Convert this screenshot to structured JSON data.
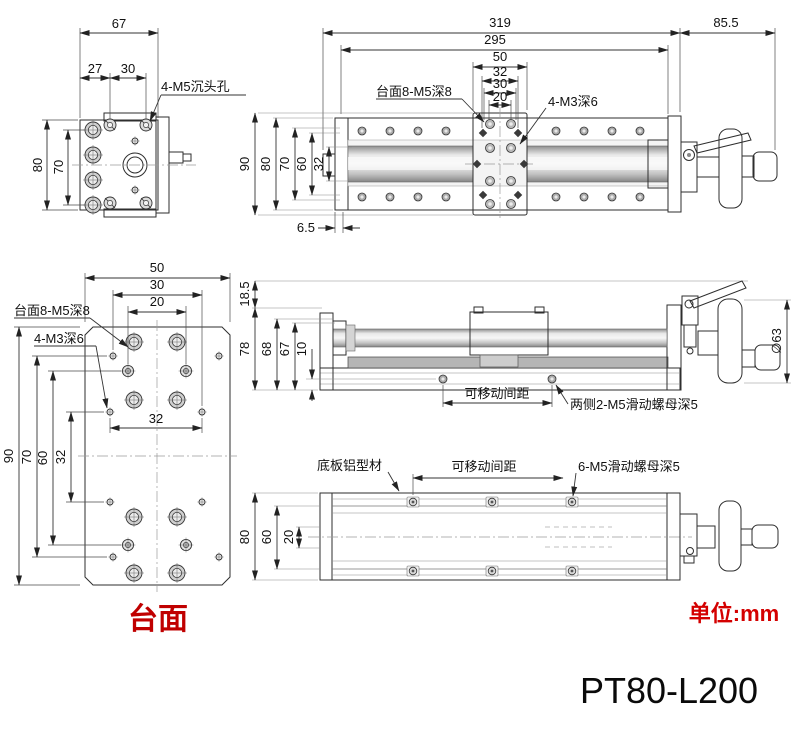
{
  "views": {
    "front": {
      "dim_width": "67",
      "dim_27": "27",
      "dim_30": "30",
      "dim_80": "80",
      "dim_70": "70",
      "label_counterbore": "4-M5沉头孔"
    },
    "top": {
      "dim_319": "319",
      "dim_295": "295",
      "dim_50": "50",
      "dim_32a": "32",
      "dim_30": "30",
      "dim_20": "20",
      "dim_85_5": "85.5",
      "dim_90": "90",
      "dim_80": "80",
      "dim_70": "70",
      "dim_60": "60",
      "dim_32b": "32",
      "dim_6_5": "6.5",
      "label_table": "台面8-M5深8",
      "label_m3": "4-M3深6"
    },
    "plate": {
      "dim_50": "50",
      "dim_30": "30",
      "dim_20": "20",
      "dim_32h": "32",
      "dim_90": "90",
      "dim_70": "70",
      "dim_60": "60",
      "dim_32v": "32",
      "label_table": "台面8-M5深8",
      "label_m3": "4-M3深6",
      "caption": "台面"
    },
    "side": {
      "dim_18_5": "18.5",
      "dim_78": "78",
      "dim_68": "68",
      "dim_67": "67",
      "dim_10": "10",
      "dim_dia": "∅63",
      "label_travel": "可移动间距",
      "label_nuts": "两侧2-M5滑动螺母深5"
    },
    "bottom": {
      "dim_80": "80",
      "dim_60": "60",
      "dim_20": "20",
      "label_base": "底板铝型材",
      "label_travel": "可移动间距",
      "label_nuts": "6-M5滑动螺母深5"
    }
  },
  "footer": {
    "unit": "单位:mm",
    "model": "PT80-L200"
  },
  "colors": {
    "accent_red": "#c00000",
    "unit_red": "#d40000",
    "line": "#2e2e2e",
    "part_fill": "#d8d8d8"
  }
}
